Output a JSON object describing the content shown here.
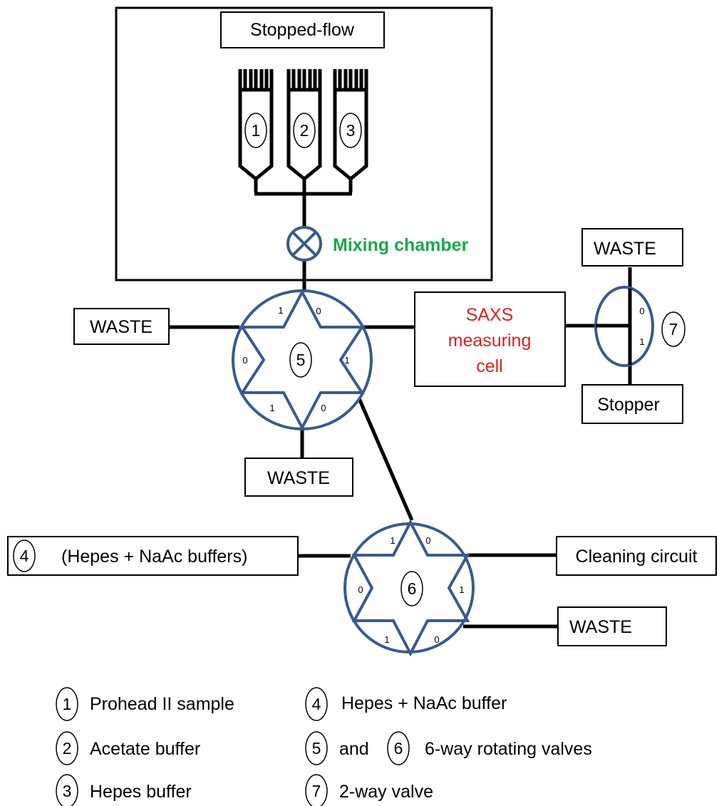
{
  "colors": {
    "valve": "#3a5a8c",
    "mixing_label": "#1aa84a",
    "saxs_label": "#e02020",
    "line": "#000000"
  },
  "stopped_flow": {
    "title": "Stopped-flow",
    "syringes": [
      "1",
      "2",
      "3"
    ],
    "mixing_label": "Mixing chamber"
  },
  "valve5": {
    "id": "5",
    "ports": {
      "top_left": "1",
      "top_right": "0",
      "right": "1",
      "bottom_right": "0",
      "bottom_left": "1",
      "left": "0"
    }
  },
  "valve6": {
    "id": "6",
    "ports": {
      "top_left": "1",
      "top_right": "0",
      "right": "1",
      "bottom_right": "0",
      "bottom_left": "1",
      "left": "0"
    }
  },
  "valve7": {
    "id": "7",
    "ports": {
      "upper": "0",
      "lower": "1"
    }
  },
  "boxes": {
    "waste_left": "WASTE",
    "waste_bottom": "WASTE",
    "waste_top_right": "WASTE",
    "stopper": "Stopper",
    "saxs_line1": "SAXS",
    "saxs_line2": "measuring",
    "saxs_line3": "cell",
    "buffer_num": "4",
    "buffer_label": "(Hepes + NaAc buffers)",
    "cleaning": "Cleaning circuit",
    "waste_right": "WASTE"
  },
  "legend": {
    "l1_num": "1",
    "l1_text": "Prohead II sample",
    "l2_num": "2",
    "l2_text": "Acetate buffer",
    "l3_num": "3",
    "l3_text": "Hepes buffer",
    "l4_num": "4",
    "l4_text": "Hepes + NaAc buffer",
    "l5_num": "5",
    "l5_and": "and",
    "l5_num2": "6",
    "l5_text": "6-way rotating valves",
    "l7_num": "7",
    "l7_text": "2-way valve"
  }
}
